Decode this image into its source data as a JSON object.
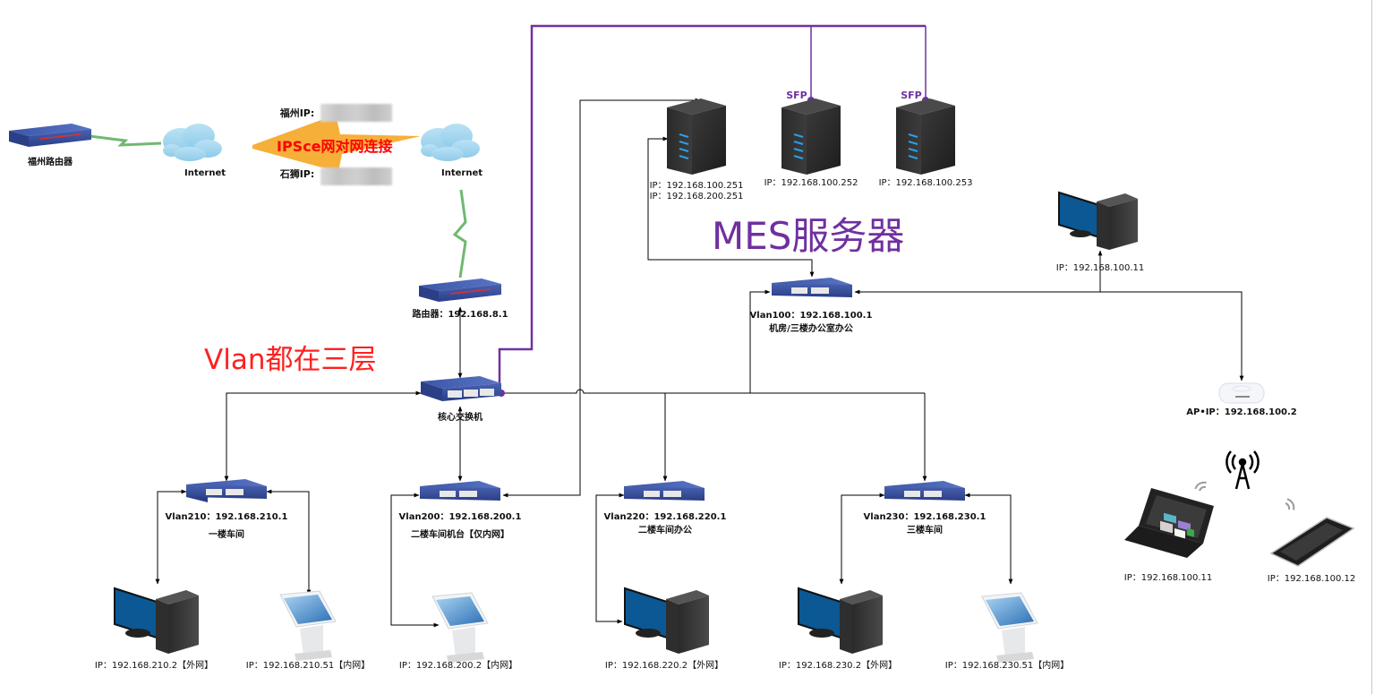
{
  "diagram": {
    "title_mes": "MES服务器",
    "title_vlan": "Vlan都在三层",
    "colors": {
      "mes_title": "#7030a0",
      "vlan_title": "#ff2020",
      "sfp_link": "#7030a0",
      "wan_link": "#70b870",
      "vpn_link": "#f5a623",
      "vpn_label": "#ff0000",
      "lan_link": "#000000"
    },
    "wan": {
      "fuzhou_router": "福州路由器",
      "cloud_left": "Internet",
      "cloud_right": "Internet",
      "fuzhou_ip_label": "福州IP:",
      "shishi_ip_label": "石狮IP:",
      "vpn_label": "IPSce网对网连接"
    },
    "router": {
      "label": "路由器：192.168.8.1"
    },
    "core_switch": {
      "label": "核心交换机"
    },
    "servers": [
      {
        "sfp": "",
        "ips": [
          "IP：192.168.100.251",
          "IP：192.168.200.251"
        ]
      },
      {
        "sfp": "SFP",
        "ips": [
          "IP：192.168.100.252"
        ]
      },
      {
        "sfp": "SFP",
        "ips": [
          "IP：192.168.100.253"
        ]
      }
    ],
    "vlan100": {
      "label": "Vlan100：192.168.100.1",
      "desc": "机房/三楼办公室办公",
      "pc": "IP：192.168.100.11",
      "ap": "AP•IP：192.168.100.2",
      "laptop": "IP：192.168.100.11",
      "phone": "IP：192.168.100.12"
    },
    "access_switches": [
      {
        "label": "Vlan210：192.168.210.1",
        "desc": "一楼车间"
      },
      {
        "label": "Vlan200：192.168.200.1",
        "desc": "二楼车间机台【仅内网】"
      },
      {
        "label": "Vlan220：192.168.220.1",
        "desc": "二楼车间办公"
      },
      {
        "label": "Vlan230：192.168.230.1",
        "desc": "三楼车间"
      }
    ],
    "endpoints": [
      {
        "type": "pc",
        "label": "IP：192.168.210.2【外网】"
      },
      {
        "type": "kiosk",
        "label": "IP：192.168.210.51【内网】"
      },
      {
        "type": "kiosk",
        "label": "IP：192.168.200.2【内网】"
      },
      {
        "type": "pc",
        "label": "IP：192.168.220.2【外网】"
      },
      {
        "type": "pc",
        "label": "IP：192.168.230.2【外网】"
      },
      {
        "type": "kiosk",
        "label": "IP：192.168.230.51【内网】"
      }
    ]
  }
}
